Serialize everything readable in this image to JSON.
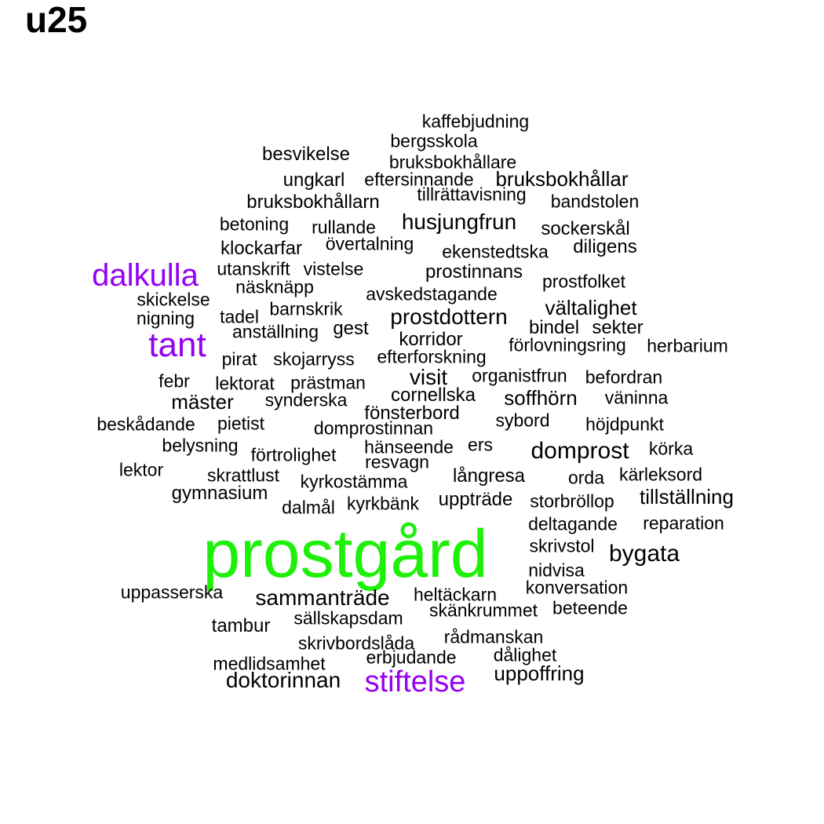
{
  "title": "u25",
  "colors": {
    "level1": "#000000",
    "level2": "#9400f0",
    "level3": "#1ef00a"
  },
  "chart_data": {
    "type": "wordcloud",
    "title": "u25",
    "words": [
      {
        "text": "prostgård",
        "level": 3
      },
      {
        "text": "dalkulla",
        "level": 2
      },
      {
        "text": "tant",
        "level": 2
      },
      {
        "text": "stiftelse",
        "level": 2
      },
      {
        "text": "kaffebjudning",
        "level": 1
      },
      {
        "text": "bergsskola",
        "level": 1
      },
      {
        "text": "besvikelse",
        "level": 1
      },
      {
        "text": "bruksbokhållare",
        "level": 1
      },
      {
        "text": "ungkarl",
        "level": 1
      },
      {
        "text": "eftersinnande",
        "level": 1
      },
      {
        "text": "bruksbokhållar",
        "level": 1
      },
      {
        "text": "tillrättavisning",
        "level": 1
      },
      {
        "text": "bruksbokhållarn",
        "level": 1
      },
      {
        "text": "bandstolen",
        "level": 1
      },
      {
        "text": "husjungfrun",
        "level": 1
      },
      {
        "text": "betoning",
        "level": 1
      },
      {
        "text": "rullande",
        "level": 1
      },
      {
        "text": "sockerskål",
        "level": 1
      },
      {
        "text": "övertalning",
        "level": 1
      },
      {
        "text": "klockarfar",
        "level": 1
      },
      {
        "text": "diligens",
        "level": 1
      },
      {
        "text": "ekenstedtska",
        "level": 1
      },
      {
        "text": "utanskrift",
        "level": 1
      },
      {
        "text": "vistelse",
        "level": 1
      },
      {
        "text": "prostinnans",
        "level": 1
      },
      {
        "text": "prostfolket",
        "level": 1
      },
      {
        "text": "näsknäpp",
        "level": 1
      },
      {
        "text": "avskedstagande",
        "level": 1
      },
      {
        "text": "skickelse",
        "level": 1
      },
      {
        "text": "vältalighet",
        "level": 1
      },
      {
        "text": "barnskrik",
        "level": 1
      },
      {
        "text": "nigning",
        "level": 1
      },
      {
        "text": "tadel",
        "level": 1
      },
      {
        "text": "prostdottern",
        "level": 1
      },
      {
        "text": "bindel",
        "level": 1
      },
      {
        "text": "sekter",
        "level": 1
      },
      {
        "text": "anställning",
        "level": 1
      },
      {
        "text": "gest",
        "level": 1
      },
      {
        "text": "korridor",
        "level": 1
      },
      {
        "text": "förlovningsring",
        "level": 1
      },
      {
        "text": "herbarium",
        "level": 1
      },
      {
        "text": "pirat",
        "level": 1
      },
      {
        "text": "skojarryss",
        "level": 1
      },
      {
        "text": "efterforskning",
        "level": 1
      },
      {
        "text": "visit",
        "level": 1
      },
      {
        "text": "organistfrun",
        "level": 1
      },
      {
        "text": "befordran",
        "level": 1
      },
      {
        "text": "febr",
        "level": 1
      },
      {
        "text": "lektorat",
        "level": 1
      },
      {
        "text": "prästman",
        "level": 1
      },
      {
        "text": "cornellska",
        "level": 1
      },
      {
        "text": "soffhörn",
        "level": 1
      },
      {
        "text": "väninna",
        "level": 1
      },
      {
        "text": "mäster",
        "level": 1
      },
      {
        "text": "synderska",
        "level": 1
      },
      {
        "text": "fönsterbord",
        "level": 1
      },
      {
        "text": "beskådande",
        "level": 1
      },
      {
        "text": "pietist",
        "level": 1
      },
      {
        "text": "domprostinnan",
        "level": 1
      },
      {
        "text": "sybord",
        "level": 1
      },
      {
        "text": "höjdpunkt",
        "level": 1
      },
      {
        "text": "belysning",
        "level": 1
      },
      {
        "text": "hänseende",
        "level": 1
      },
      {
        "text": "ers",
        "level": 1
      },
      {
        "text": "domprost",
        "level": 1
      },
      {
        "text": "körka",
        "level": 1
      },
      {
        "text": "förtrolighet",
        "level": 1
      },
      {
        "text": "resvagn",
        "level": 1
      },
      {
        "text": "lektor",
        "level": 1
      },
      {
        "text": "skrattlust",
        "level": 1
      },
      {
        "text": "långresa",
        "level": 1
      },
      {
        "text": "orda",
        "level": 1
      },
      {
        "text": "kärleksord",
        "level": 1
      },
      {
        "text": "kyrkostämma",
        "level": 1
      },
      {
        "text": "gymnasium",
        "level": 1
      },
      {
        "text": "tillställning",
        "level": 1
      },
      {
        "text": "uppträde",
        "level": 1
      },
      {
        "text": "storbröllop",
        "level": 1
      },
      {
        "text": "dalmål",
        "level": 1
      },
      {
        "text": "kyrkbänk",
        "level": 1
      },
      {
        "text": "deltagande",
        "level": 1
      },
      {
        "text": "reparation",
        "level": 1
      },
      {
        "text": "skrivstol",
        "level": 1
      },
      {
        "text": "bygata",
        "level": 1
      },
      {
        "text": "nidvisa",
        "level": 1
      },
      {
        "text": "konversation",
        "level": 1
      },
      {
        "text": "uppasserska",
        "level": 1
      },
      {
        "text": "sammanträde",
        "level": 1
      },
      {
        "text": "heltäckarn",
        "level": 1
      },
      {
        "text": "skänkrummet",
        "level": 1
      },
      {
        "text": "beteende",
        "level": 1
      },
      {
        "text": "sällskapsdam",
        "level": 1
      },
      {
        "text": "tambur",
        "level": 1
      },
      {
        "text": "rådmanskan",
        "level": 1
      },
      {
        "text": "skrivbordslåda",
        "level": 1
      },
      {
        "text": "dålighet",
        "level": 1
      },
      {
        "text": "erbjudande",
        "level": 1
      },
      {
        "text": "medlidsamhet",
        "level": 1
      },
      {
        "text": "uppoffring",
        "level": 1
      },
      {
        "text": "doktorinnan",
        "level": 1
      }
    ]
  }
}
